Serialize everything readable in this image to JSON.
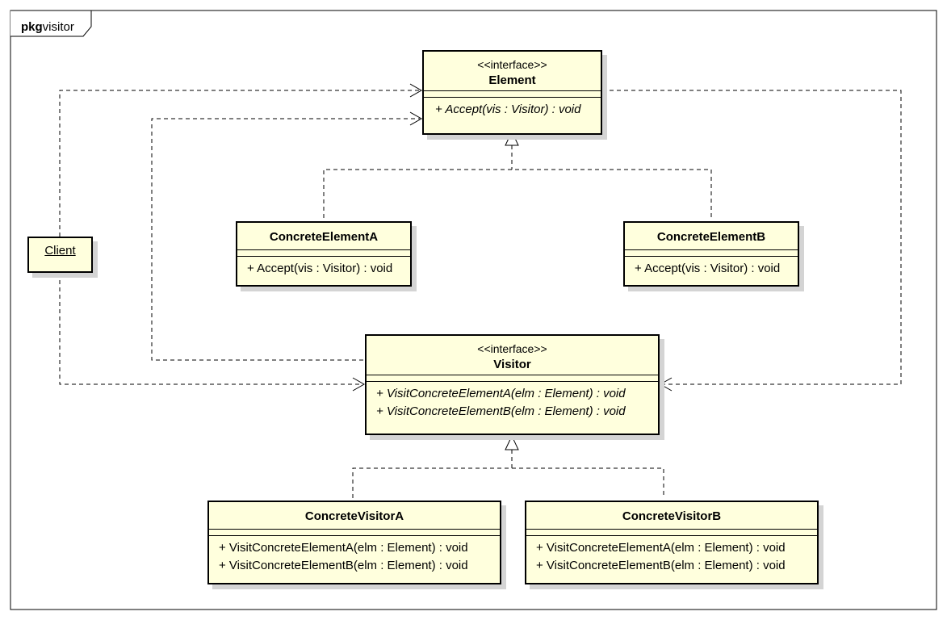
{
  "frame": {
    "keyword": "pkg",
    "name": "visitor"
  },
  "element_interface": {
    "stereotype": "<<interface>>",
    "name": "Element",
    "operation": "+ Accept(vis : Visitor) : void"
  },
  "concrete_element_a": {
    "name": "ConcreteElementA",
    "operation": "+ Accept(vis : Visitor) : void"
  },
  "concrete_element_b": {
    "name": "ConcreteElementB",
    "operation": "+ Accept(vis : Visitor) : void"
  },
  "client": {
    "name": "Client"
  },
  "visitor_interface": {
    "stereotype": "<<interface>>",
    "name": "Visitor",
    "operations": [
      "+ VisitConcreteElementA(elm : Element) : void",
      "+ VisitConcreteElementB(elm : Element) : void"
    ]
  },
  "concrete_visitor_a": {
    "name": "ConcreteVisitorA",
    "operations": [
      "+ VisitConcreteElementA(elm : Element) : void",
      "+ VisitConcreteElementB(elm : Element) : void"
    ]
  },
  "concrete_visitor_b": {
    "name": "ConcreteVisitorB",
    "operations": [
      "+ VisitConcreteElementA(elm : Element) : void",
      "+ VisitConcreteElementB(elm : Element) : void"
    ]
  }
}
